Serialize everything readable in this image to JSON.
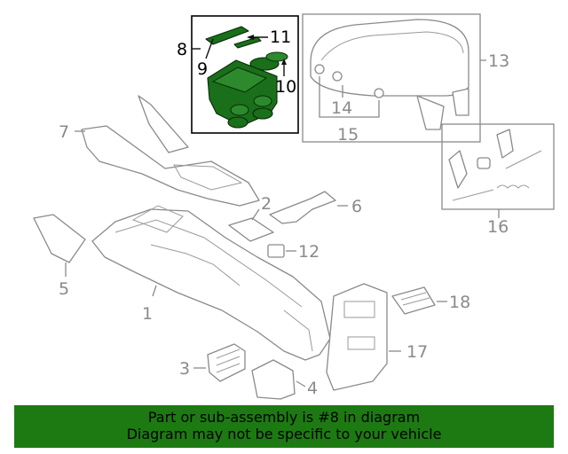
{
  "callouts": {
    "c1": "1",
    "c2": "2",
    "c3": "3",
    "c4": "4",
    "c5": "5",
    "c6": "6",
    "c7": "7",
    "c8": "8",
    "c9": "9",
    "c10": "10",
    "c11": "11",
    "c12": "12",
    "c13": "13",
    "c14": "14",
    "c15": "15",
    "c16": "16",
    "c17": "17",
    "c18": "18"
  },
  "banner": {
    "line1": "Part or sub-assembly is #8 in diagram",
    "line2": "Diagram may not be specific to your vehicle"
  },
  "colors": {
    "highlight": "#1a6f1a",
    "banner_bg": "#1d7a12",
    "line_art": "#8a8a8a"
  }
}
